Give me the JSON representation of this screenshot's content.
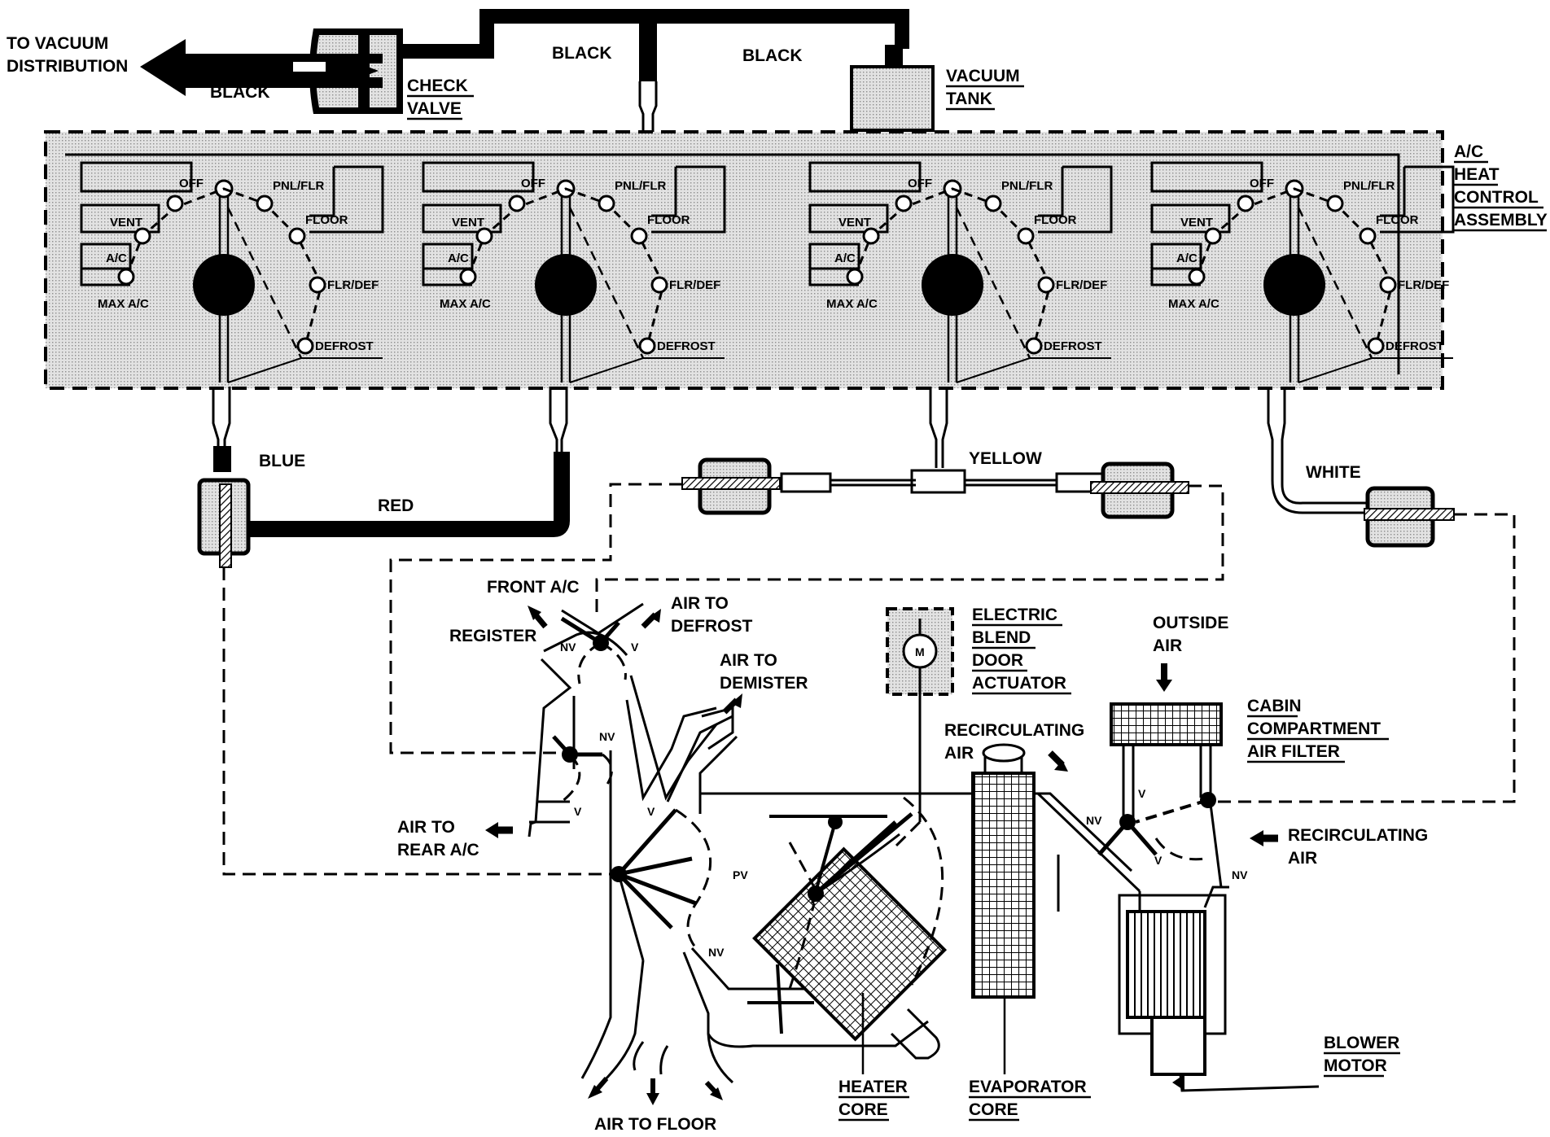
{
  "hoses": {
    "to_vacuum_distribution": [
      "TO VACUUM",
      "DISTRIBUTION"
    ],
    "black_left": "BLACK",
    "black_mid": "BLACK",
    "black_right": "BLACK",
    "blue": "BLUE",
    "red": "RED",
    "yellow": "YELLOW",
    "white": "WHITE"
  },
  "check_valve": [
    "CHECK",
    "VALVE"
  ],
  "vacuum_tank": [
    "VACUUM",
    "TANK"
  ],
  "control_assembly": {
    "title": [
      "A/C",
      "HEAT",
      "CONTROL",
      "ASSEMBLY"
    ],
    "switches": [
      {
        "left": [
          "OFF",
          "VENT",
          "A/C",
          "MAX A/C"
        ],
        "right": [
          "PNL/FLR",
          "FLOOR",
          "FLR/DEF",
          "DEFROST"
        ]
      },
      {
        "left": [
          "OFF",
          "VENT",
          "A/C",
          "MAX A/C"
        ],
        "right": [
          "PNL/FLR",
          "FLOOR",
          "FLR/DEF",
          "DEFROST"
        ]
      },
      {
        "left": [
          "OFF",
          "VENT",
          "A/C",
          "MAX A/C"
        ],
        "right": [
          "PNL/FLR",
          "FLOOR",
          "FLR/DEF",
          "DEFROST"
        ]
      },
      {
        "left": [
          "OFF",
          "VENT",
          "A/C",
          "MAX A/C"
        ],
        "right": [
          "PNL/FLR",
          "FLOOR",
          "FLR/DEF",
          "DEFROST"
        ]
      }
    ]
  },
  "airflow": {
    "front_ac": "FRONT A/C",
    "register": "REGISTER",
    "air_to_defrost": [
      "AIR TO",
      "DEFROST"
    ],
    "air_to_demister": [
      "AIR TO",
      "DEMISTER"
    ],
    "air_to_rear_ac": [
      "AIR TO",
      "REAR A/C"
    ],
    "air_to_floor": "AIR TO FLOOR",
    "recirculating_air_top": [
      "RECIRCULATING",
      "AIR"
    ],
    "recirculating_air_right": [
      "RECIRCULATING",
      "AIR"
    ],
    "outside_air": [
      "OUTSIDE",
      "AIR"
    ]
  },
  "components": {
    "electric_blend_door_actuator": [
      "ELECTRIC",
      "BLEND",
      "DOOR",
      "ACTUATOR"
    ],
    "motor_symbol": "M",
    "cabin_filter": [
      "CABIN",
      "COMPARTMENT",
      "AIR FILTER"
    ],
    "heater_core": [
      "HEATER",
      "CORE"
    ],
    "evaporator_core": [
      "EVAPORATOR",
      "CORE"
    ],
    "blower_motor": [
      "BLOWER",
      "MOTOR"
    ]
  },
  "door_positions": {
    "nv": "NV",
    "v": "V",
    "pv": "PV"
  }
}
